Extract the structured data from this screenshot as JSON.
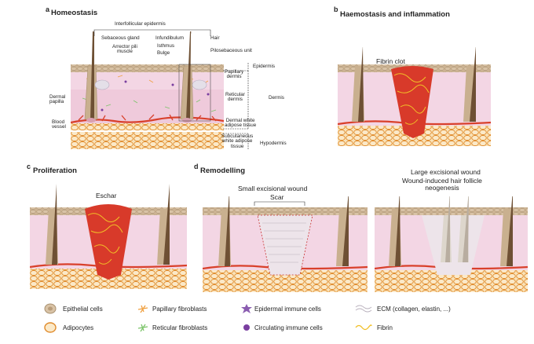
{
  "panels": {
    "a": {
      "letter": "a",
      "title": "Homeostasis"
    },
    "b": {
      "letter": "b",
      "title": "Haemostasis and inflammation"
    },
    "c": {
      "letter": "c",
      "title": "Proliferation"
    },
    "d": {
      "letter": "d",
      "title": "Remodelling"
    }
  },
  "homeostasis_labels": {
    "interfollicular_epidermis": "Interfollicular epidermis",
    "sebaceous_gland": "Sebaceous gland",
    "arrector_pili_muscle": "Arrector pili\nmuscle",
    "infundibulum": "Infundibulum",
    "isthmus": "Isthmus",
    "bulge": "Bulge",
    "hair": "Hair",
    "pilosebaceous_unit": "Pilosebaceous unit",
    "epidermis": "Epidermis",
    "papillary_dermis": "Papillary\ndermis",
    "reticular_dermis": "Reticular\ndermis",
    "dermis": "Dermis",
    "dermal_papilla": "Dermal\npapilla",
    "blood_vessel": "Blood\nvessel",
    "dermal_white_adipose_tissue": "Dermal white\nadipose tissue",
    "subcutaneous_white_adipose_tissue": "Subcutaneous\nwhite adipose\ntissue",
    "hypodermis": "Hypodermis"
  },
  "panel_labels": {
    "fibrin_clot": "Fibrin clot",
    "eschar": "Eschar",
    "small_wound": "Small excisional wound",
    "scar": "Scar",
    "large_wound": "Large excisional wound",
    "hair_neogenesis": "Wound-induced hair follicle\nneogenesis"
  },
  "legend": [
    {
      "icon": "epithelial-cell-icon",
      "label": "Epithelial cells"
    },
    {
      "icon": "papillary-fibroblast-icon",
      "label": "Papillary fibroblasts"
    },
    {
      "icon": "epidermal-immune-cell-icon",
      "label": "Epidermal immune cells"
    },
    {
      "icon": "ecm-icon",
      "label": "ECM (collagen, elastin, ...)"
    },
    {
      "icon": "adipocyte-icon",
      "label": "Adipocytes"
    },
    {
      "icon": "reticular-fibroblast-icon",
      "label": "Reticular fibroblasts"
    },
    {
      "icon": "circulating-immune-cell-icon",
      "label": "Circulating immune cells"
    },
    {
      "icon": "fibrin-icon",
      "label": "Fibrin"
    }
  ],
  "colors": {
    "epidermis": "#c9b08f",
    "dermis": "#f3d6e4",
    "dermis_dark": "#ecc3d6",
    "adipose": "#f7d9a8",
    "vessel": "#d9402b",
    "hair": "#6e5034",
    "fibrin_clot": "#d83a2a",
    "fibrin": "#f2c027"
  }
}
